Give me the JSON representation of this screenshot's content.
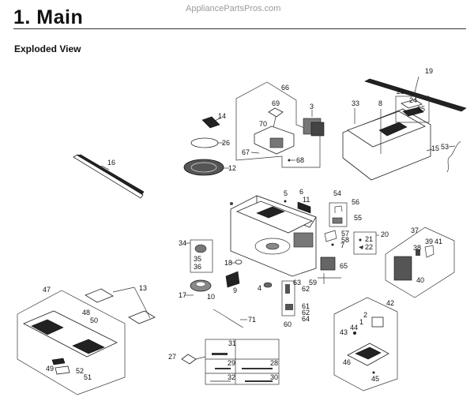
{
  "watermark": "AppliancePartsPros.com",
  "header": {
    "title": "1.  Main",
    "subtitle": "Exploded View"
  },
  "diagram": {
    "callouts": {
      "p1": "1",
      "p2": "2",
      "p3": "3",
      "p4": "4",
      "p5": "5",
      "p6": "6",
      "p7": "7",
      "p8": "8",
      "p9": "9",
      "p10": "10",
      "p11": "11",
      "p12": "12",
      "p13": "13",
      "p14": "14",
      "p15": "15",
      "p16": "16",
      "p17": "17",
      "p18": "18",
      "p19": "19",
      "p20": "20",
      "p21": "21",
      "p22": "22",
      "p23": "23",
      "p24": "24",
      "p25": "25",
      "p26": "26",
      "p27": "27",
      "p28": "28",
      "p29": "29",
      "p30": "30",
      "p31": "31",
      "p32": "32",
      "p33": "33",
      "p34": "34",
      "p35": "35",
      "p36": "36",
      "p37": "37",
      "p38": "38",
      "p39": "39",
      "p40": "40",
      "p41": "41",
      "p42": "42",
      "p43": "43",
      "p44": "44",
      "p45": "45",
      "p46": "46",
      "p47": "47",
      "p48": "48",
      "p49": "49",
      "p50": "50",
      "p51": "51",
      "p52": "52",
      "p53": "53",
      "p54": "54",
      "p55": "55",
      "p56": "56",
      "p57": "57",
      "p58": "58",
      "p59": "59",
      "p60": "60",
      "p61": "61",
      "p62": "62",
      "p62b": "62",
      "p63": "63",
      "p64": "64",
      "p65": "65",
      "p66": "66",
      "p67": "67",
      "p68": "68",
      "p69": "69",
      "p70": "70",
      "p71": "71"
    }
  }
}
